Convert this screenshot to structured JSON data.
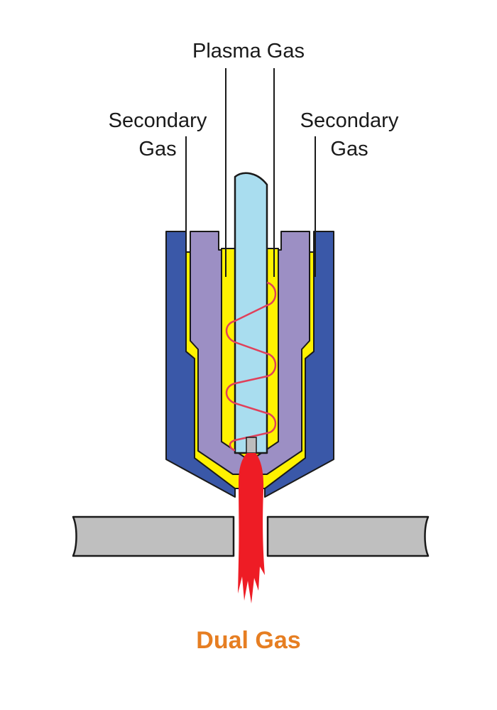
{
  "labels": {
    "plasma_gas": "Plasma Gas",
    "secondary_gas_left": [
      "Secondary",
      "Gas"
    ],
    "secondary_gas_right": [
      "Secondary",
      "Gas"
    ]
  },
  "caption": "Dual Gas",
  "colors": {
    "outer_shield": "#3A58A8",
    "secondary_cap": "#9C8FC4",
    "nozzle_gas": "#FFF200",
    "electrode": "#A9DDEF",
    "swirl_coil": "#E0405A",
    "arc_flame": "#EE1C25",
    "tip_insert": "#BDBDBD",
    "workpiece": "#BFBFBF",
    "caption": "#E67E22",
    "outline": "#1a1a1a"
  }
}
